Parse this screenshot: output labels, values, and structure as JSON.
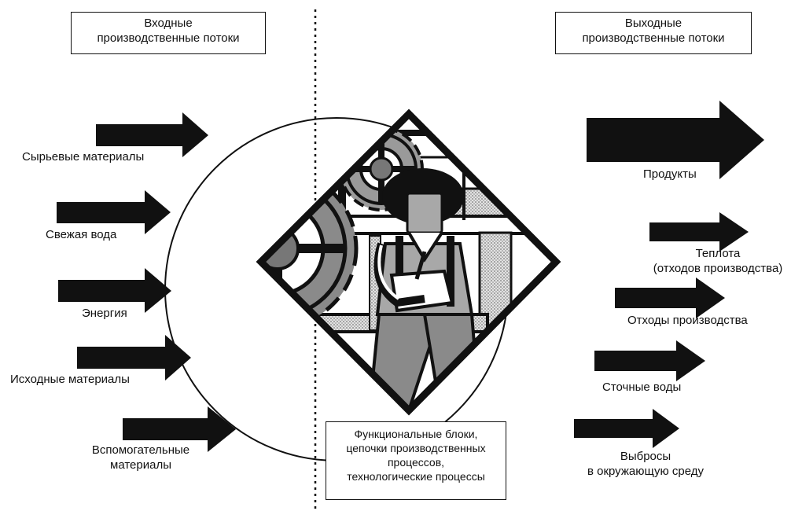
{
  "inputs_header": [
    "Входные",
    "производственные потоки"
  ],
  "outputs_header": [
    "Выходные",
    "производственные потоки"
  ],
  "inputs": [
    {
      "label": [
        "Сырьевые материалы"
      ]
    },
    {
      "label": [
        "Свежая вода"
      ]
    },
    {
      "label": [
        "Энергия"
      ]
    },
    {
      "label": [
        "Исходные материалы"
      ]
    },
    {
      "label": [
        "Вспомогательные",
        "материалы"
      ]
    }
  ],
  "outputs": [
    {
      "label": [
        "Продукты"
      ]
    },
    {
      "label": [
        "Теплота",
        "(отходов производства)"
      ]
    },
    {
      "label": [
        "Отходы производства"
      ]
    },
    {
      "label": [
        "Сточные воды"
      ]
    },
    {
      "label": [
        "Выбросы",
        "в окружающую среду"
      ]
    }
  ],
  "center_box": [
    "Функциональные блоки,",
    "цепочки производственных",
    "процессов,",
    "технологические процессы"
  ],
  "colors": {
    "ink": "#111111",
    "gear_gray": "#808080",
    "light_gray": "#c8c8c8",
    "skin": "#a8a8a8"
  },
  "icons": [
    "gear-icon",
    "worker-icon",
    "arrow-icon"
  ]
}
